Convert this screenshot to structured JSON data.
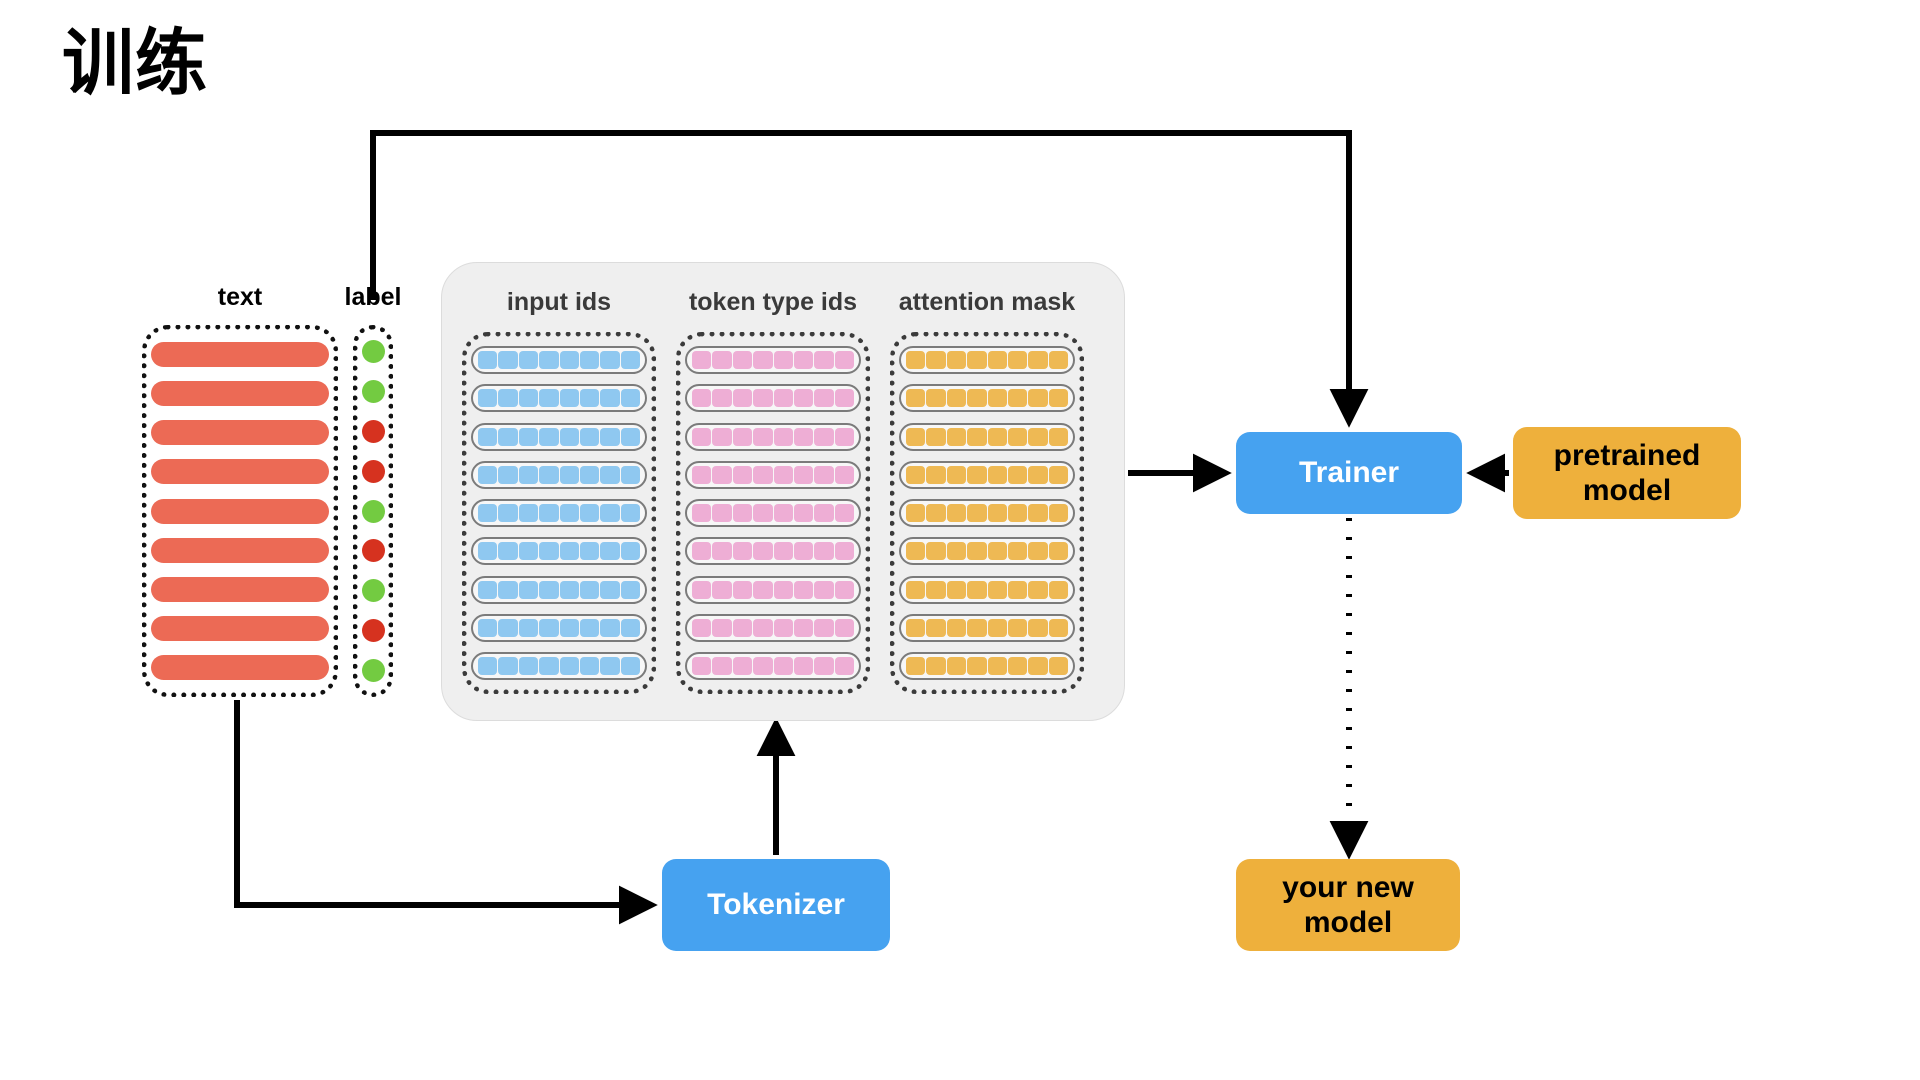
{
  "title": "训练",
  "columns": {
    "text": {
      "header": "text",
      "row_count": 9,
      "color": "#ec6a55"
    },
    "label": {
      "header": "label",
      "values": [
        "pos",
        "pos",
        "neg",
        "neg",
        "pos",
        "neg",
        "pos",
        "neg",
        "pos"
      ],
      "colors": {
        "pos": "#73cb41",
        "neg": "#d6321f"
      }
    },
    "input_ids": {
      "header": "input ids",
      "row_count": 9,
      "cells_per_row": 8,
      "color": "#8fc8f0"
    },
    "token_type_ids": {
      "header": "token type ids",
      "row_count": 9,
      "cells_per_row": 8,
      "color": "#eeaed5"
    },
    "attention_mask": {
      "header": "attention mask",
      "row_count": 9,
      "cells_per_row": 8,
      "color": "#eeb954"
    }
  },
  "nodes": {
    "tokenizer": {
      "label": "Tokenizer",
      "color": "#46a2f0",
      "text_color": "#ffffff"
    },
    "trainer": {
      "label": "Trainer",
      "color": "#46a2f0",
      "text_color": "#ffffff"
    },
    "pretrained_model": {
      "label": "pretrained\nmodel",
      "line1": "pretrained",
      "line2": "model",
      "color": "#eeb03c",
      "text_color": "#000000"
    },
    "new_model": {
      "label": "your new\nmodel",
      "line1": "your new",
      "line2": "model",
      "color": "#eeb03c",
      "text_color": "#000000"
    }
  },
  "edges": [
    {
      "name": "text-to-tokenizer",
      "from": "text",
      "to": "tokenizer",
      "style": "solid"
    },
    {
      "name": "tokenizer-to-features",
      "from": "tokenizer",
      "to": "input_ids",
      "style": "solid"
    },
    {
      "name": "features-to-trainer",
      "from": "features_panel",
      "to": "trainer",
      "style": "solid"
    },
    {
      "name": "label-to-trainer",
      "from": "label",
      "to": "trainer",
      "style": "solid"
    },
    {
      "name": "pretrained-to-trainer",
      "from": "pretrained_model",
      "to": "trainer",
      "style": "solid"
    },
    {
      "name": "trainer-to-new-model",
      "from": "trainer",
      "to": "new_model",
      "style": "dotted"
    }
  ],
  "palette": {
    "panel_background": "#efefef",
    "stroke": "#000000",
    "dotted_border": "#111111",
    "header_muted": "#3a3a3a"
  }
}
